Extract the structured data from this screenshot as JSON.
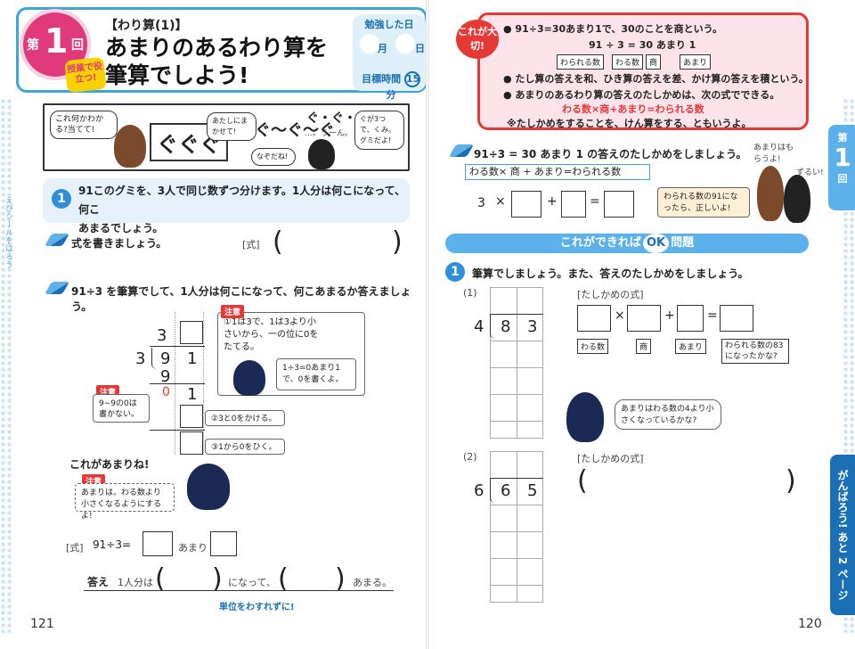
{
  "left": {
    "header": {
      "day_prefix": "第",
      "day_number": "1",
      "day_suffix": "回",
      "useful_badge": "授業で役立つ!",
      "unit": "【わり算(1)】",
      "title_line1": "あまりのあるわり算を",
      "title_line2": "筆算でしよう!",
      "studied_label": "勉強した日",
      "month_label": "月",
      "day_label": "日",
      "target_time_label": "目標時間",
      "target_minutes": "15",
      "target_unit": "分"
    },
    "comic": {
      "b1": "これ何かわかる?当てて!",
      "sfx1": "ぐぐぐ",
      "b2": "あたしにまかせて!",
      "sfx2": "ぐ〜ぐ〜ぐ",
      "b3": "なぞだね!",
      "sfx3": "ぐ・ぐ・ぐ",
      "b4": "…。うーん。",
      "b5": "ぐが3つで、くみ。グミだよ!"
    },
    "q1": {
      "number": "1",
      "text_line1": "91このグミを、3人で同じ数ずつ分けます。1人分は何こになって、何こ",
      "text_line2": "あまるでしょう。"
    },
    "instr1": "式を書きましょう。",
    "shiki_label": "[式]",
    "paren_open": "(",
    "paren_close": ")",
    "instr2": "91÷3 を筆算でして、1人分は何こになって、何こあまるか答えましょう。",
    "longdiv": {
      "quotient_digit": "3",
      "divisor": "3",
      "dividend_tens": "9",
      "dividend_ones": "1",
      "sub1": "9",
      "zero": "0",
      "ones_down": "1"
    },
    "notes": {
      "tag": "注意",
      "n1": "①1は3で、1は3より小さいから、一の位に0をたてる。",
      "n2": "1÷3=0あまり1で、0を書くよ。",
      "n3": "9−9の0は書かない。",
      "n4": "②3と0をかける。",
      "n5": "③1から0をひく。"
    },
    "remainder_callout": "これがあまりね!",
    "remainder_note": "あまりは、わる数より小さくなるようにするよ!",
    "eq_label": "[式]",
    "eq_text": "91÷3=",
    "amari": "あまり",
    "answer_label": "答え",
    "answer_part1": "1人分は",
    "answer_part2": "になって、",
    "answer_part3": "あまる。",
    "unit_reminder": "単位をわすれずに!",
    "page_number": "121",
    "side_text": "えびシールをはろう"
  },
  "right": {
    "important_badge": "これが大切!",
    "imp1": "● 91÷3=30あまり1で、30のことを商という。",
    "imp2": "91 ÷ 3 = 30 あまり 1",
    "imp2_labels": [
      "わられる数",
      "わる数",
      "商",
      "あまり"
    ],
    "imp3": "● たし算の答えを和、ひき算の答えを差、かけ算の答えを積という。",
    "imp4": "● あまりのあるわり算の答えのたしかめは、次の式でできる。",
    "imp5": "わる数×商+あまり=わられる数",
    "imp6": "※たしかめをすることを、けん算をする、ともいうよ。",
    "check_instr": "91÷3 = 30 あまり 1 の答えのたしかめをしましょう。",
    "formula_header": "わる数× 商 + あまり=わられる数",
    "check_three": "3",
    "ops": [
      "×",
      "+",
      "="
    ],
    "check_bubble": "わられる数の91になったら、正しいよ!",
    "kids_speech1": "あまりはもらうよ!",
    "kids_speech2": "ずるい!",
    "ok_bar_pre": "これができれば",
    "ok_word": "OK",
    "ok_bar_post": "問題",
    "q_number": "1",
    "q_text": "筆算でしましょう。また、答えのたしかめをしましょう。",
    "p1": {
      "label": "(1)",
      "divisor": "4",
      "d1": "8",
      "d2": "3",
      "check_label": "[たしかめの式]",
      "box_labels": [
        "わる数",
        "商",
        "あまり",
        "わられる数の83になったかな?"
      ]
    },
    "hint_bubble": "あまりはわる数の4より小さくなっているかな?",
    "p2": {
      "label": "(2)",
      "divisor": "6",
      "d1": "6",
      "d2": "5",
      "check_label": "[たしかめの式]"
    },
    "tab_day_prefix": "第",
    "tab_day": "1",
    "tab_day_suffix": "回",
    "vert_tab": "がんばろう! あと 2 ページ",
    "page_number": "120"
  },
  "colors": {
    "accent_blue": "#3aa6dc",
    "accent_pink": "#e03a7c",
    "alert_red": "#e53935",
    "light_blue": "#e6f1fb"
  }
}
